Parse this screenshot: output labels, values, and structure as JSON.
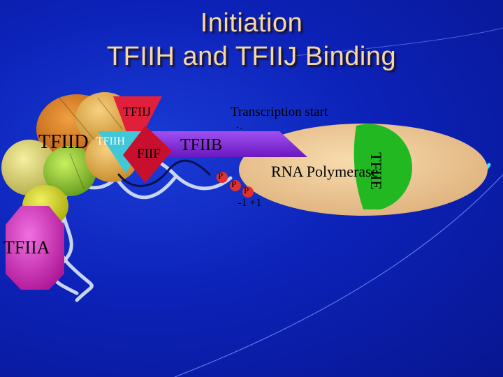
{
  "slide": {
    "title_line1": "Initiation",
    "title_line2": "TFIIH and TFIIJ Binding"
  },
  "labels": {
    "tfiij": "TFIIJ",
    "tfiid": "TFIID",
    "tfiih": "TFIIH",
    "tfiif": "FIIF",
    "tfiib": "TFIIB",
    "tfiie": "TFIIE",
    "tfiia": "TFIIA",
    "rna_polymerase": "RNA Polymerase",
    "transcription_start_site": "Transcription start site",
    "phospho": [
      "P",
      "P",
      "P"
    ],
    "position_marker": "-1 +1"
  },
  "colors": {
    "background": "#0c22b8",
    "title": "#f6d9a0",
    "tfiij": "#e0203a",
    "tfiih": "#40c8d8",
    "tfiif": "#c8102e",
    "tfiib": "#8a2be2",
    "tfiie": "#22b822",
    "tfiia": "#e040c8",
    "polymerase": "#f2cc96",
    "tfiid_subunits": [
      "#d9781e",
      "#e8b040",
      "#e6de70",
      "#9ad23a",
      "#cddc28",
      "#f2c850"
    ],
    "dna": "#c8d4f0"
  }
}
